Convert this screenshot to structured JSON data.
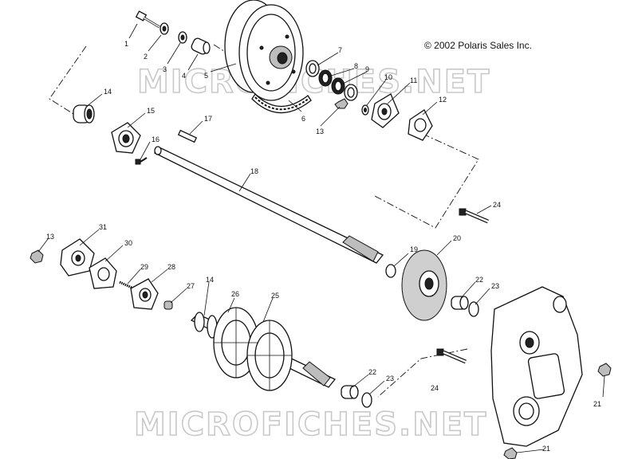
{
  "copyright": "© 2002 Polaris Sales Inc.",
  "watermark_top": "MICROFICHES.NET",
  "watermark_bottom": "MICROFICHES.NET",
  "callouts": {
    "c1": "1",
    "c2": "2",
    "c3": "3",
    "c4": "4",
    "c5": "5",
    "c6": "6",
    "c7": "7",
    "c8": "8",
    "c9": "9",
    "c10": "10",
    "c11": "11",
    "c12": "12",
    "c13a": "13",
    "c14a": "14",
    "c15": "15",
    "c16": "16",
    "c17": "17",
    "c18": "18",
    "c24a": "24",
    "c13b": "13",
    "c31": "31",
    "c30": "30",
    "c29": "29",
    "c28": "28",
    "c27": "27",
    "c14b": "14",
    "c26": "26",
    "c25": "25",
    "c19": "19",
    "c20": "20",
    "c22a": "22",
    "c23a": "23",
    "c22b": "22",
    "c23b": "23",
    "c24b": "24",
    "c21a": "21",
    "c21b": "21"
  }
}
